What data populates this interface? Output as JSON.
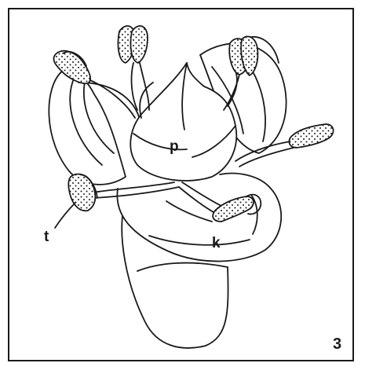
{
  "figure": {
    "labels": {
      "petal": "p",
      "calyx": "k",
      "anther": "t",
      "figure_number": "3"
    },
    "colors": {
      "line": "#1a1a1a",
      "background": "#ffffff"
    }
  }
}
